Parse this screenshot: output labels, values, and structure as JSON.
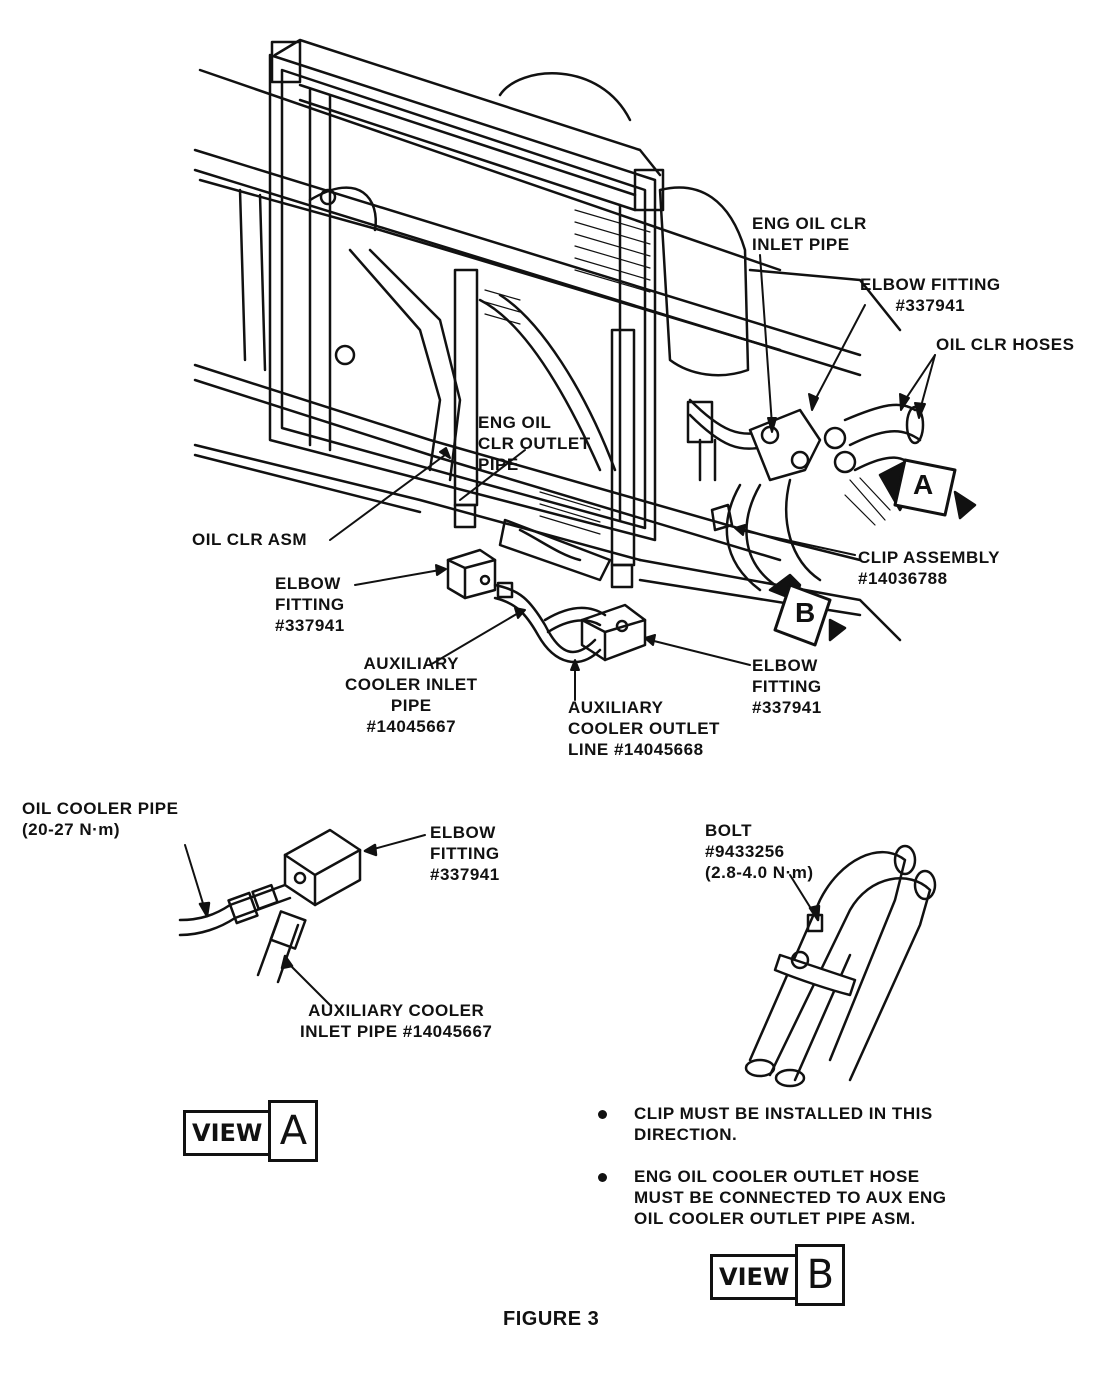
{
  "labels": {
    "eng_oil_clr_inlet_pipe": "ENG OIL CLR\nINLET PIPE",
    "elbow_fitting_top_right": "ELBOW FITTING\n#337941",
    "oil_clr_hoses": "OIL CLR HOSES",
    "eng_oil_clr_outlet_pipe": "ENG OIL\nCLR OUTLET\nPIPE",
    "oil_clr_asm": "OIL CLR ASM",
    "clip_assembly": "CLIP ASSEMBLY\n#14036788",
    "elbow_fitting_left": "ELBOW\nFITTING\n#337941",
    "aux_cooler_inlet_pipe": "AUXILIARY\nCOOLER INLET\nPIPE\n#14045667",
    "aux_cooler_outlet_line": "AUXILIARY\nCOOLER OUTLET\nLINE #14045668",
    "elbow_fitting_right": "ELBOW\nFITTING\n#337941",
    "callout_a": "A",
    "callout_b": "B",
    "oil_cooler_pipe": "OIL COOLER PIPE\n(20-27 N·m)",
    "elbow_fitting_view_a": "ELBOW\nFITTING\n#337941",
    "aux_cooler_inlet_pipe_view_a": "AUXILIARY COOLER\nINLET PIPE #14045667",
    "bolt": "BOLT\n#9433256\n(2.8-4.0 N·m)"
  },
  "view_a": {
    "word": "VIEW",
    "letter": "A"
  },
  "view_b": {
    "word": "VIEW",
    "letter": "B"
  },
  "notes": [
    "CLIP MUST BE INSTALLED IN THIS\nDIRECTION.",
    "ENG OIL COOLER OUTLET HOSE\nMUST BE CONNECTED TO AUX ENG\nOIL COOLER OUTLET PIPE ASM."
  ],
  "caption": "FIGURE 3"
}
